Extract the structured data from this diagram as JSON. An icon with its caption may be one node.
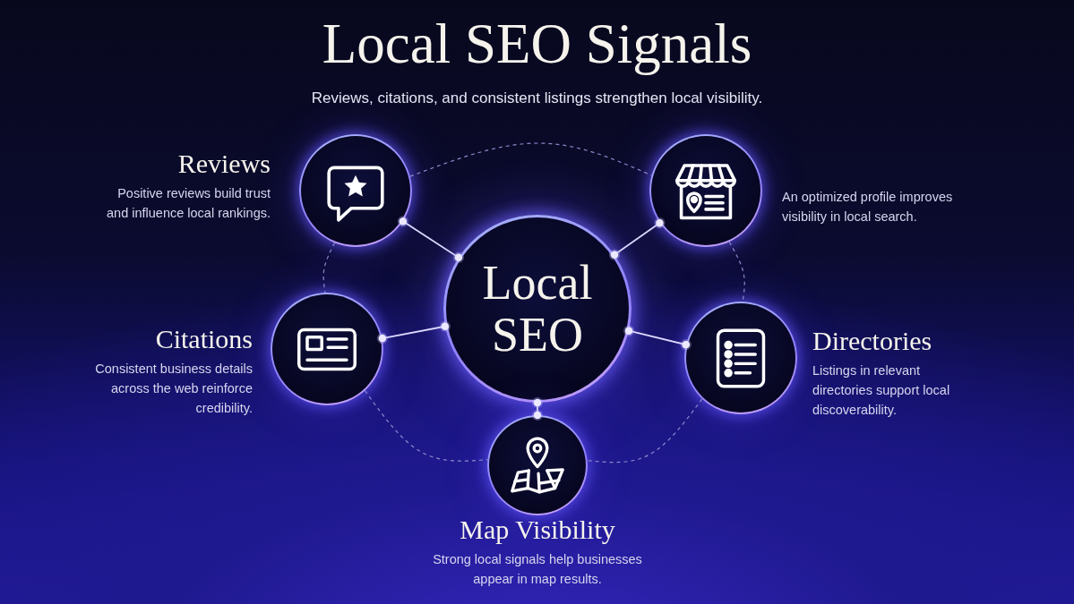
{
  "diagram": {
    "title": "Local SEO Signals",
    "nodes": [
      {
        "text": [
          "Reviews",
          "Positive reviews build trust and influence local rankings."
        ]
      },
      {
        "text": [
          "An optimized profile improves visibility in local search."
        ]
      },
      {
        "text": [
          "Local SEO"
        ]
      },
      {
        "text": [
          "Citations",
          "Consistent business details across the web reinforce credibility."
        ]
      },
      {
        "text": [
          "Directories",
          "Listings in relevant directories support local discoverability."
        ]
      },
      {
        "text": [
          "Map Visibility",
          "Strong local signals help businesses appear in map results."
        ]
      }
    ],
    "edges": [
      {
        "from": 2,
        "to": 0,
        "arrow": "other"
      },
      {
        "from": 2,
        "to": 1,
        "arrow": "other"
      },
      {
        "from": 2,
        "to": 3,
        "arrow": "other"
      },
      {
        "from": 2,
        "to": 4,
        "arrow": "other"
      },
      {
        "from": 2,
        "to": 5,
        "arrow": "other"
      },
      {
        "from": 0,
        "to": 1,
        "arrow": "none",
        "style": "dashed",
        "color": "#8d89cc"
      },
      {
        "from": 0,
        "to": 3,
        "arrow": "none",
        "style": "dashed",
        "color": "#8d89cc"
      },
      {
        "from": 1,
        "to": 4,
        "arrow": "none",
        "style": "dashed",
        "color": "#8d89cc"
      },
      {
        "from": 3,
        "to": 5,
        "arrow": "none",
        "style": "dashed",
        "color": "#8d89cc"
      },
      {
        "from": 4,
        "to": 5,
        "arrow": "none",
        "style": "dashed",
        "color": "#8d89cc"
      }
    ],
    "labels": [
      "Reviews, citations, and consistent listings strengthen local visibility."
    ]
  }
}
